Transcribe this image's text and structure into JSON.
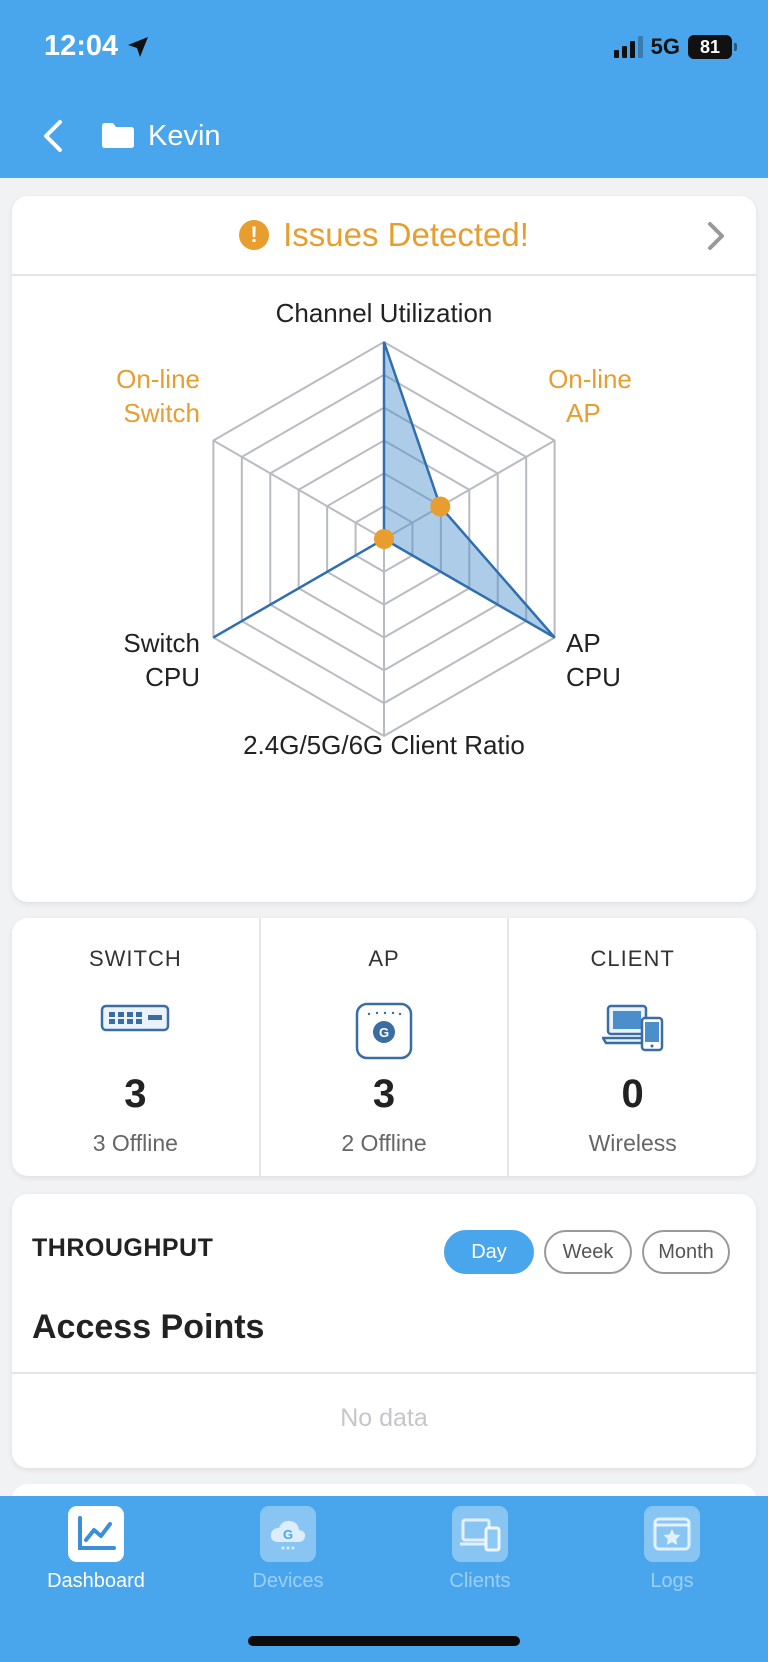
{
  "status_bar": {
    "time": "12:04",
    "network": "5G",
    "battery": "81"
  },
  "nav": {
    "title": "Kevin"
  },
  "issues": {
    "title": "Issues Detected!"
  },
  "radar": {
    "labels": {
      "top": "Channel Utilization",
      "top_right_1": "On-line",
      "top_right_2": "AP",
      "bottom_right_1": "AP",
      "bottom_right_2": "CPU",
      "bottom": "2.4G/5G/6G Client Ratio",
      "bottom_left_1": "Switch",
      "bottom_left_2": "CPU",
      "top_left_1": "On-line",
      "top_left_2": "Switch"
    },
    "values": {
      "channel_utilization": 1.0,
      "online_ap": 0.33,
      "ap_cpu": 1.0,
      "client_ratio": 0.0,
      "switch_cpu": 1.0,
      "online_switch": 0.0
    },
    "fill_color": "#4a8fcc",
    "alert_color": "#e89d2f"
  },
  "stats": [
    {
      "label": "SWITCH",
      "count": "3",
      "sub": "3 Offline",
      "icon": "switch-icon"
    },
    {
      "label": "AP",
      "count": "3",
      "sub": "2 Offline",
      "icon": "access-point-icon"
    },
    {
      "label": "CLIENT",
      "count": "0",
      "sub": "Wireless",
      "icon": "client-devices-icon"
    }
  ],
  "throughput": {
    "title": "THROUGHPUT",
    "ranges": [
      "Day",
      "Week",
      "Month"
    ],
    "selected": "Day",
    "subtitle": "Access Points",
    "empty": "No data"
  },
  "tabs": [
    {
      "label": "Dashboard",
      "icon": "dashboard-chart-icon",
      "active": true
    },
    {
      "label": "Devices",
      "icon": "cloud-g-icon",
      "active": false
    },
    {
      "label": "Clients",
      "icon": "devices-icon",
      "active": false
    },
    {
      "label": "Logs",
      "icon": "star-log-icon",
      "active": false
    }
  ],
  "colors": {
    "brand": "#4aa6ec",
    "warning": "#e89d2f"
  }
}
